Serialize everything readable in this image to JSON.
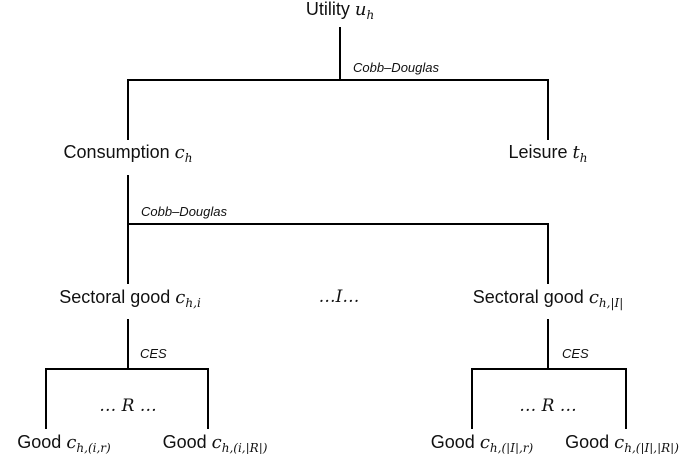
{
  "nodes": {
    "utility": {
      "label": "Utility",
      "symbol": "u",
      "subscript": "h"
    },
    "consumption": {
      "label": "Consumption",
      "symbol": "c",
      "subscript": "h"
    },
    "leisure": {
      "label": "Leisure",
      "symbol": "t",
      "subscript": "h"
    },
    "sectoral_i": {
      "label": "Sectoral good",
      "symbol": "c",
      "subscript": "h,i"
    },
    "sectoral_I": {
      "label": "Sectoral good",
      "symbol": "c",
      "subscript": "h,|I|"
    },
    "good_ir": {
      "label": "Good",
      "symbol": "c",
      "subscript": "h,(i,r)"
    },
    "good_iR": {
      "label": "Good",
      "symbol": "c",
      "subscript": "h,(i,|R|)"
    },
    "good_Ir": {
      "label": "Good",
      "symbol": "c",
      "subscript": "h,(|I|,r)"
    },
    "good_IR": {
      "label": "Good",
      "symbol": "c",
      "subscript": "h,(|I|,|R|)"
    }
  },
  "edge_labels": {
    "utility_split": "Cobb–Douglas",
    "consumption_split": "Cobb–Douglas",
    "left_sector_split": "CES",
    "right_sector_split": "CES"
  },
  "ellipses": {
    "sectors": "…I…",
    "left_regions": "… R …",
    "right_regions": "… R …"
  }
}
